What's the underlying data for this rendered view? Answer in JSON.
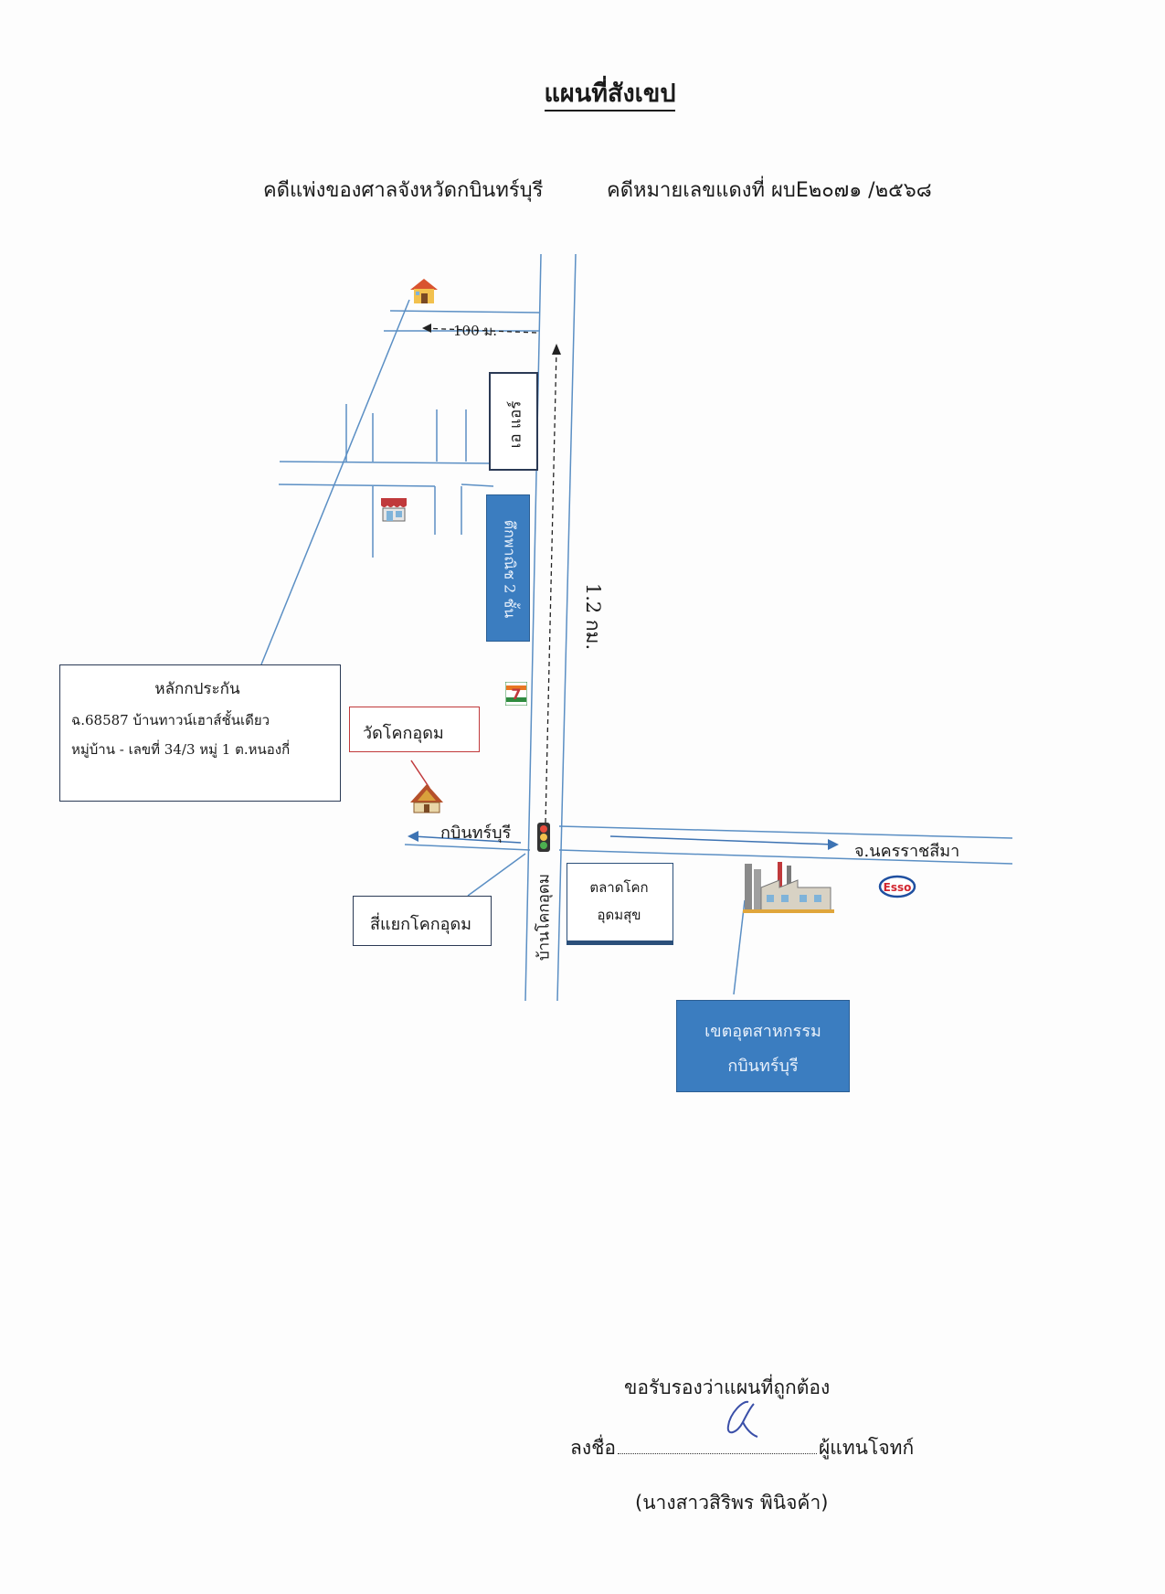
{
  "title": "แผนที่สังเขป",
  "header": {
    "court": "คดีแพ่งของศาลจังหวัดกบินทร์บุรี",
    "case_no": "คดีหมายเลขแดงที่  ผบE๒๐๗๑ /๒๕๖๘"
  },
  "map": {
    "distance_short": "100 ม.",
    "distance_long": "1.2 กม.",
    "air_shop": "เอ แอร์",
    "shophouse": "ตึกพาณิช 2 ชั้น",
    "collateral": {
      "heading": "หลักกประกัน",
      "line1": "ฉ.68587  บ้านทาวน์เฮาส์ชั้นเดียว",
      "line2": "หมู่บ้าน -  เลขที่ 34/3  หมู่  1  ต.หนองกี่"
    },
    "temple": "วัดโคกอุดม",
    "to_kabin": "กบินทร์บุรี",
    "to_korat": "จ.นครราชสีมา",
    "intersection": "สี่แยกโคกอุดม",
    "village": "บ้านโคกอุดม",
    "market_line1": "ตลาดโคก",
    "market_line2": "อุดมสุข",
    "industrial_line1": "เขตอุตสาหกรรม",
    "industrial_line2": "กบินทร์บุรี",
    "esso": "Esso",
    "seven_eleven": "7"
  },
  "signature": {
    "certify": "ขอรับรองว่าแผนที่ถูกต้อง",
    "sign_label": "ลงชื่อ",
    "role": "ผู้แทนโจทก์",
    "name": "(นางสาวสิริพร พินิจค้า)"
  },
  "colors": {
    "road": "#5b8fc4",
    "blue_box": "#3b7dc0",
    "red_box": "#c0393b",
    "dark_box": "#2b4f7a"
  },
  "icons": [
    "house-icon",
    "shop-icon",
    "seven-eleven-icon",
    "temple-icon",
    "traffic-light-icon",
    "factory-icon",
    "esso-logo"
  ]
}
